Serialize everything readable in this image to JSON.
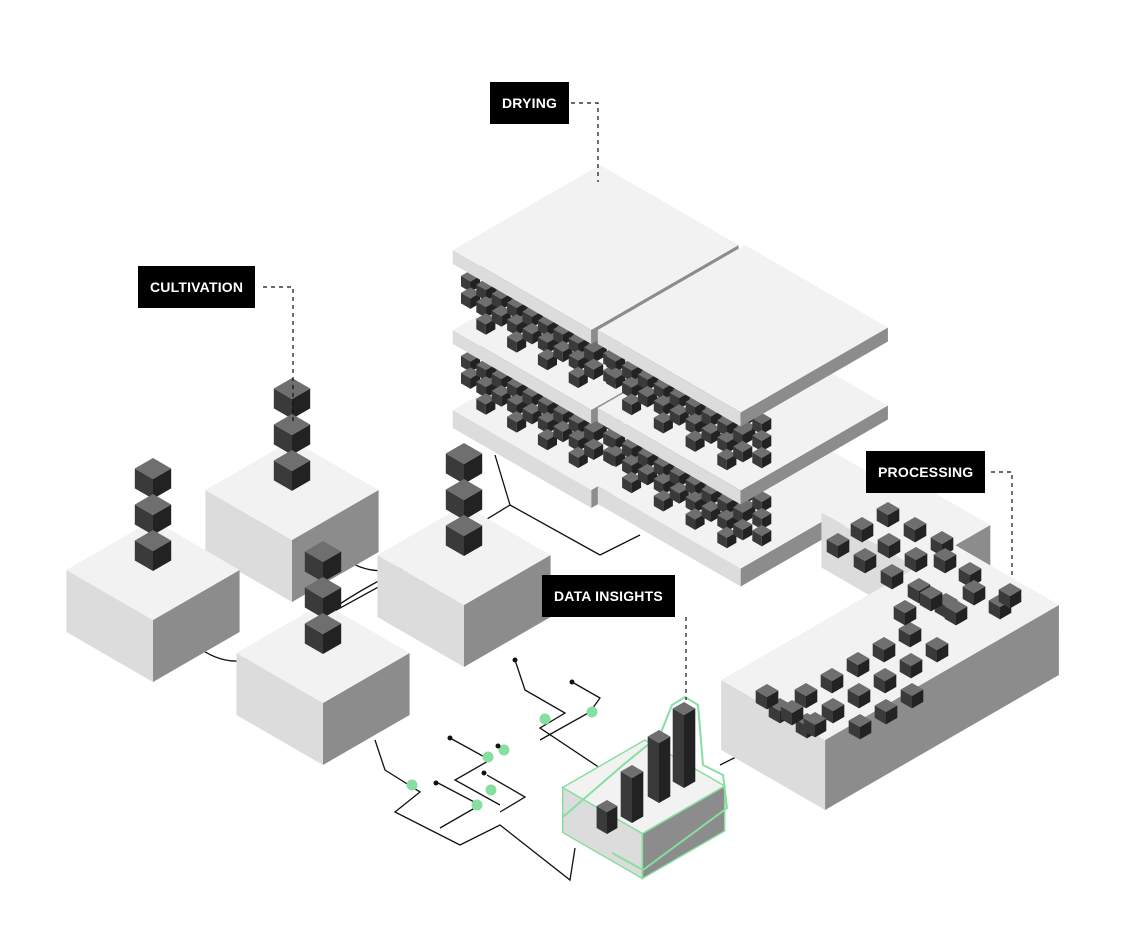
{
  "labels": {
    "drying": "DRYING",
    "cultivation": "CULTIVATION",
    "processing": "PROCESSING",
    "data_insights": "DATA INSIGHTS"
  },
  "colors": {
    "label_bg": "#000000",
    "label_text": "#ffffff",
    "accent_green": "#86dfa0",
    "surface_top": "#f1f1f1",
    "surface_left": "#d9d9d9",
    "surface_right": "#8a8a8a",
    "cube_top": "#6f6f6f",
    "cube_left": "#3a3a3a",
    "cube_right": "#222222"
  },
  "icons": {
    "cube": "isometric-cube",
    "bar_chart": "isometric-bar-chart"
  }
}
